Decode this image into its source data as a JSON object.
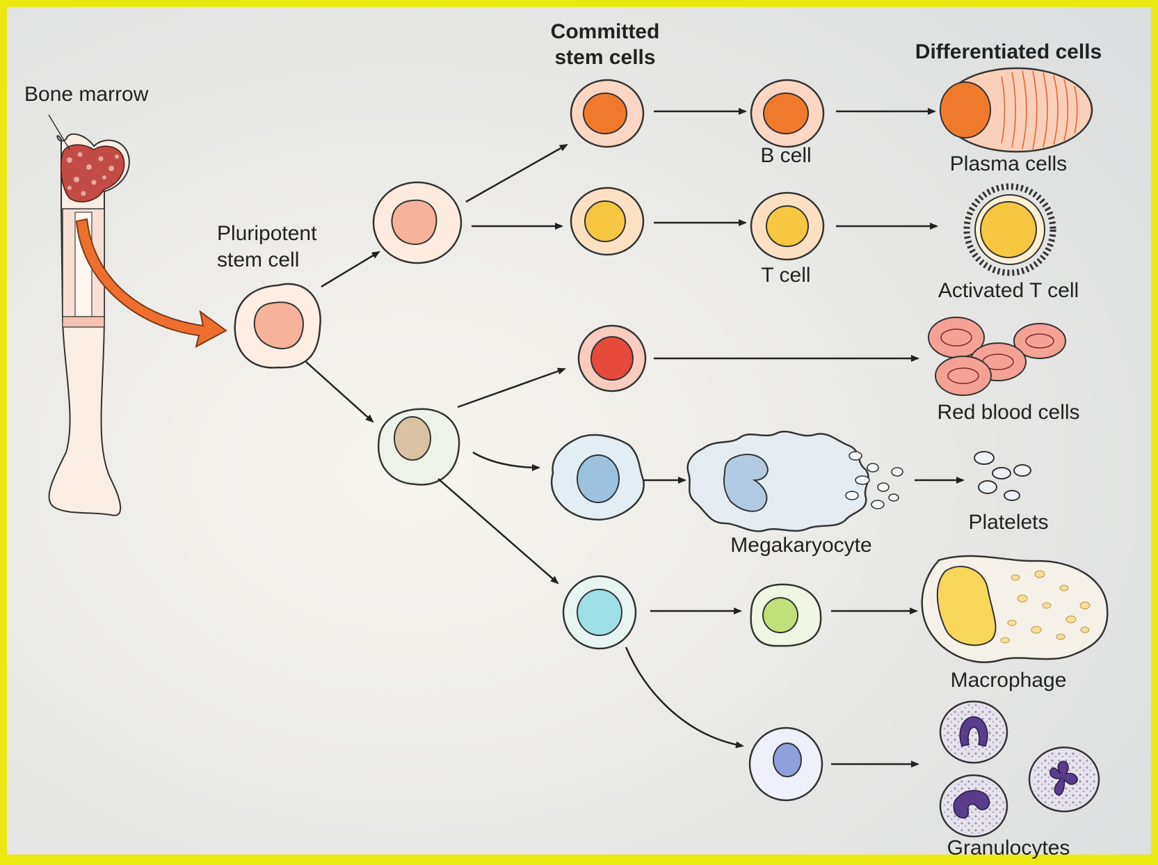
{
  "headers": {
    "committed": [
      "Committed",
      "stem cells"
    ],
    "differentiated": "Differentiated cells"
  },
  "labels": {
    "bone_marrow": "Bone marrow",
    "pluripotent": [
      "Pluripotent",
      "stem cell"
    ],
    "b_cell": "B cell",
    "t_cell": "T cell",
    "plasma_cells": "Plasma cells",
    "activated_t_cell": "Activated T cell",
    "red_blood_cells": "Red blood cells",
    "megakaryocyte": "Megakaryocyte",
    "platelets": "Platelets",
    "macrophage": "Macrophage",
    "granulocytes": "Granulocytes"
  },
  "colors": {
    "frame": "#ece912",
    "background": "#e6e6e6",
    "orange_nucleus": "#f07a2c",
    "yellow_nucleus": "#f7c742",
    "red_nucleus": "#e64a3a",
    "blue_nucleus": "#9cc2e0",
    "cyan_nucleus": "#9ee0e6",
    "green_nucleus": "#bfe07a",
    "violet_nucleus": "#8fa0dc",
    "granule_nucleus": "#5a3c8c",
    "arrow_main": "#ee6f2d"
  }
}
